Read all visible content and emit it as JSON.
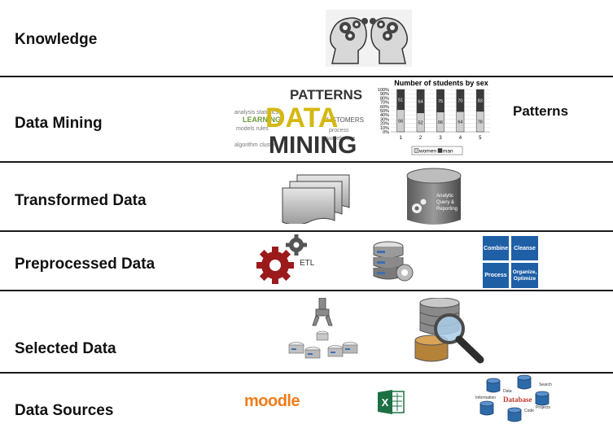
{
  "layers": [
    {
      "label": "Knowledge"
    },
    {
      "label": "Data Mining"
    },
    {
      "label": "Transformed Data"
    },
    {
      "label": "Preprocessed Data"
    },
    {
      "label": "Selected Data"
    },
    {
      "label": "Data Sources"
    }
  ],
  "patterns_label": "Patterns",
  "wordcloud": {
    "main1": "DATA",
    "main2": "MINING",
    "word_a": "PATTERNS",
    "word_b": "LEARNING",
    "word_c": "CUSTOMERS"
  },
  "chart_data": {
    "type": "bar",
    "title": "Number of students by sex",
    "categories": [
      "1",
      "2",
      "3",
      "4",
      "5"
    ],
    "series": [
      {
        "name": "women",
        "values": [
          56,
          52,
          66,
          64,
          78
        ]
      },
      {
        "name": "man",
        "values": [
          51,
          64,
          75,
          70,
          83
        ]
      }
    ],
    "ytick_labels": [
      "0%",
      "10%",
      "20%",
      "30%",
      "40%",
      "50%",
      "60%",
      "70%",
      "80%",
      "90%",
      "100%"
    ],
    "legend": "bottom",
    "stacked_percent": true
  },
  "olap": {
    "line1": "Analytic",
    "line2": "Query &",
    "line3": "Reporting"
  },
  "etl_label": "ETL",
  "tiles": {
    "combine": "Combine",
    "cleanse": "Cleanse",
    "process": "Process",
    "organize": "Organize,",
    "optimize": "Optimize"
  },
  "sources": {
    "moodle": "moodle",
    "excel": "X",
    "db_word": "Database",
    "db_small": [
      "Data",
      "Information",
      "Search",
      "Projects",
      "Code"
    ]
  },
  "colors": {
    "rule": "#1a1a1a",
    "gear": "#9b1b1b",
    "tile": "#1f5fa6",
    "moodle": "#f07c1a",
    "excel": "#1d7044"
  }
}
